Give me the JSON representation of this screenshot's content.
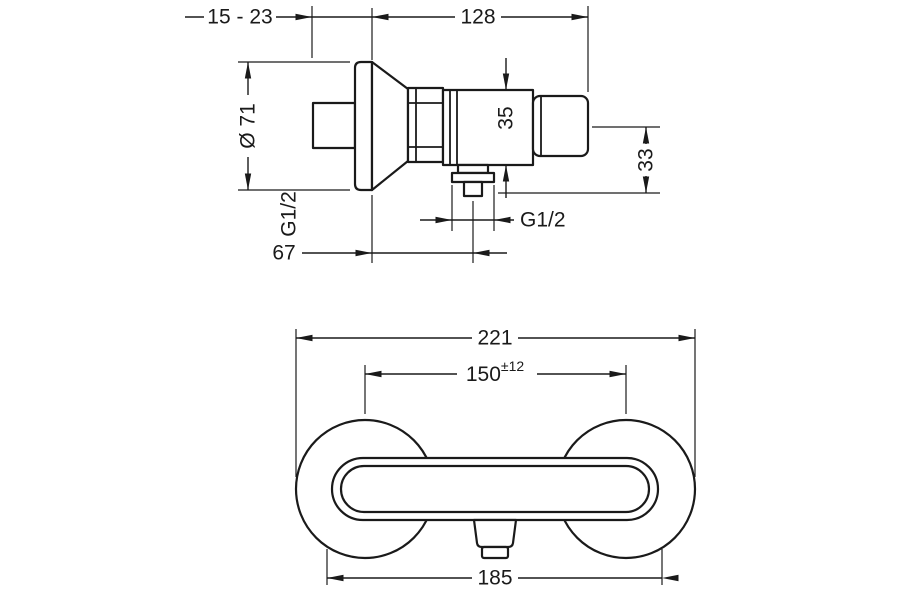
{
  "drawing": {
    "background": "#ffffff",
    "line_color": "#1a1a1a",
    "side_view": {
      "wall_depth": "15 - 23",
      "total_depth": "128",
      "escutcheon_diameter": "Ø 71",
      "supply_thread": "G1/2",
      "body_height": "35",
      "outlet_offset": "33",
      "outlet_thread": "G1/2",
      "wall_to_outlet": "67"
    },
    "front_view": {
      "total_width": "221",
      "connection_centers": "150",
      "connection_tolerance": "±12",
      "mounting_span": "185"
    }
  }
}
